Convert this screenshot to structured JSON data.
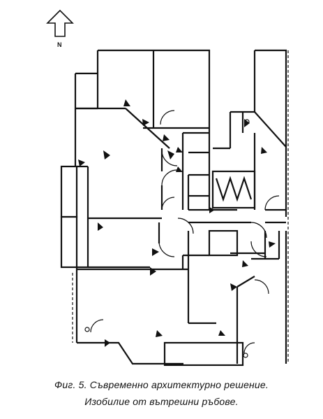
{
  "north_arrow": {
    "label": "N"
  },
  "caption": {
    "line1": "Фиг. 5. Съвременно архитектурно решение.",
    "line2": "Изобилие от вътрешни ръбове."
  }
}
